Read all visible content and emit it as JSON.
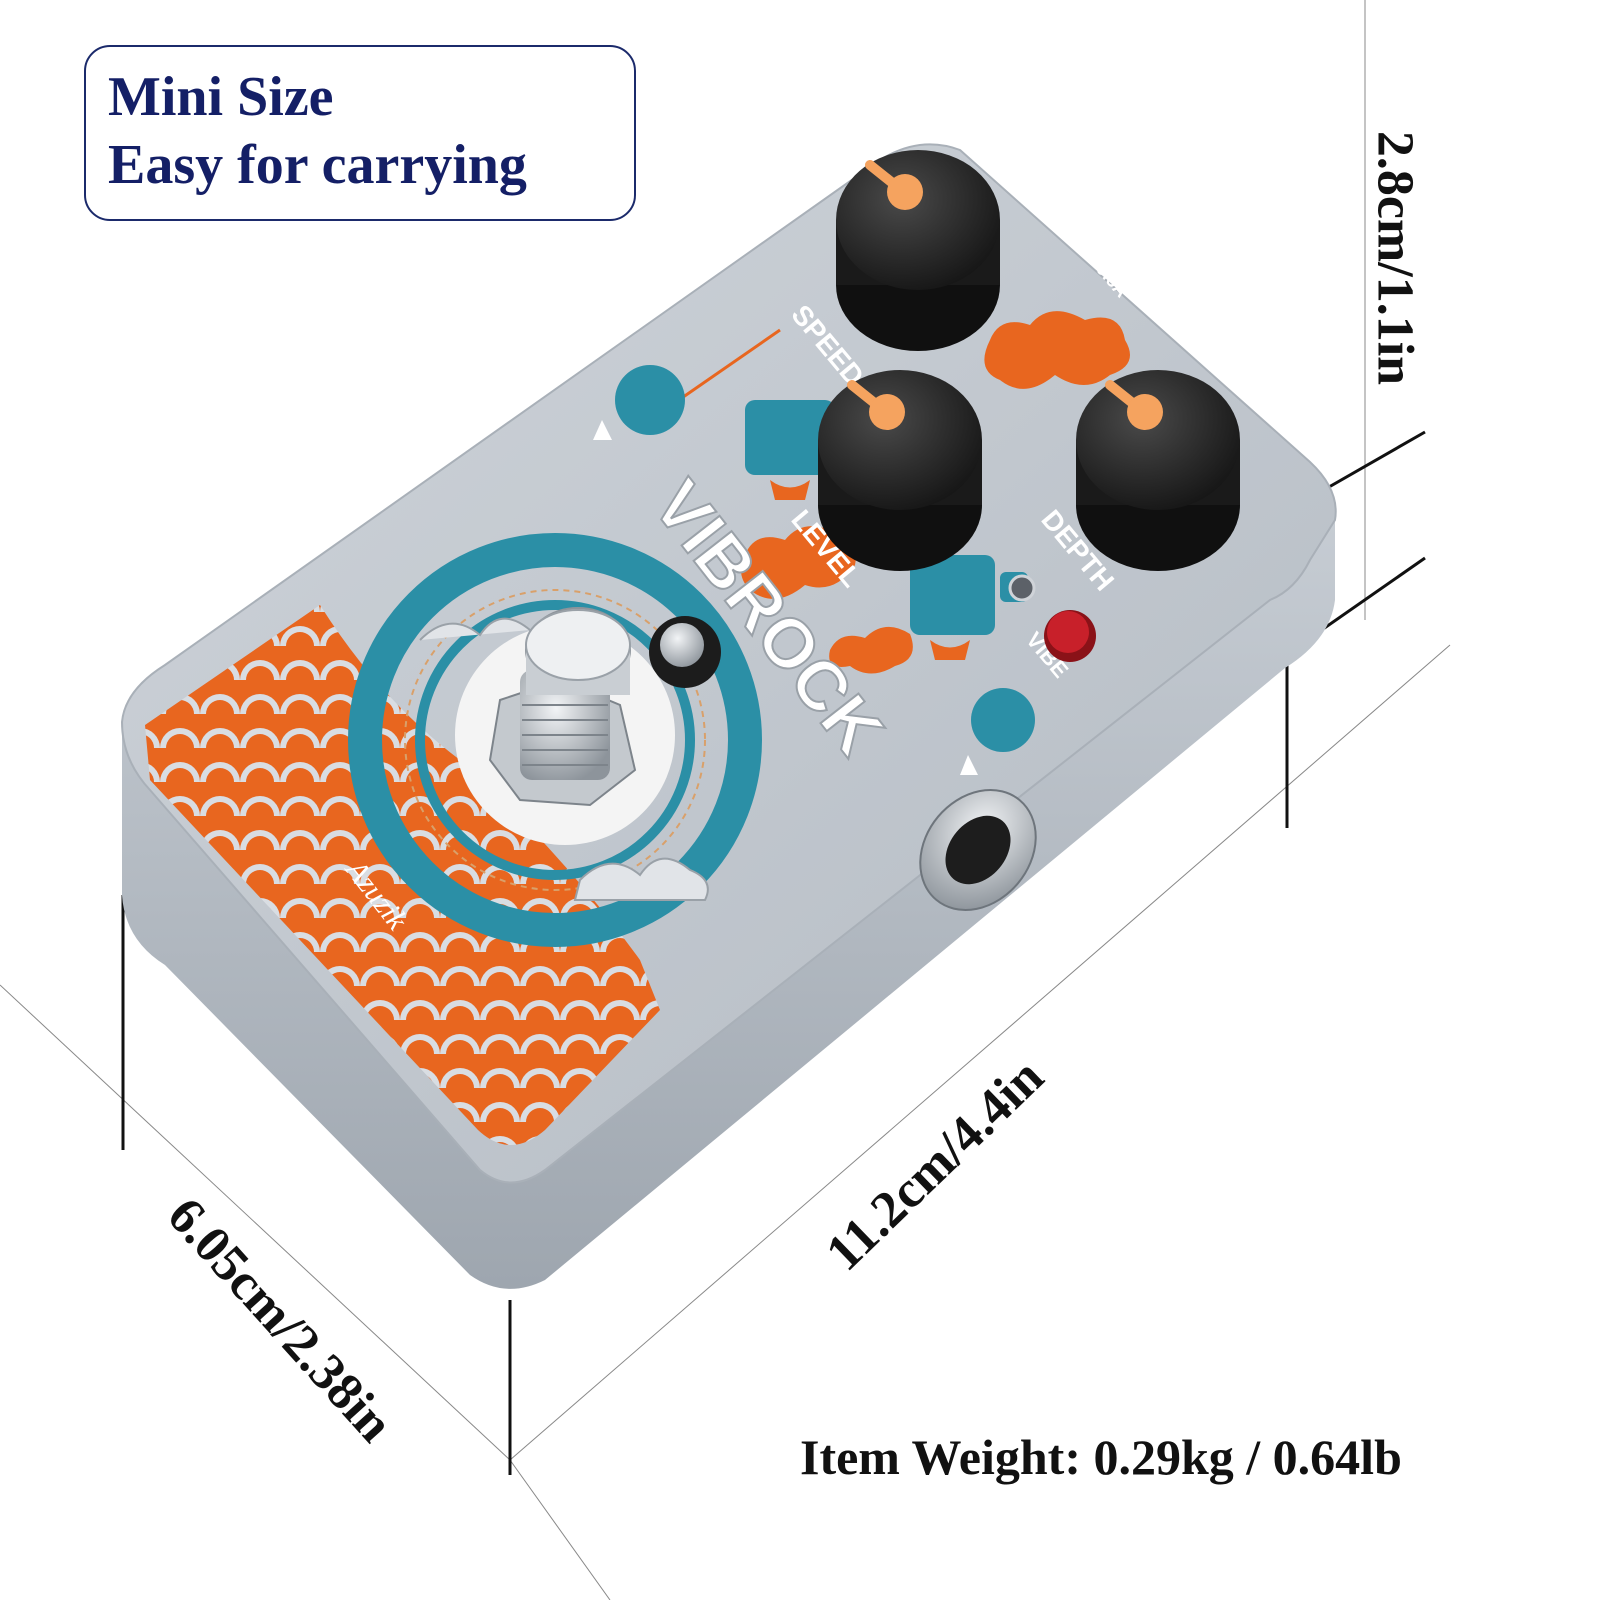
{
  "badge": {
    "line1": "Mini Size",
    "line2": "Easy for carrying"
  },
  "dimensions": {
    "height": "2.8cm/1.1in",
    "length": "11.2cm/4.4in",
    "width": "6.05cm/2.38in"
  },
  "weight": "Item Weight: 0.29kg / 0.64lb",
  "pedal": {
    "name": "VIBROCK",
    "brand": "Azuzik",
    "knob_labels": [
      "SPEED",
      "LEVEL",
      "DEPTH"
    ],
    "switch_label": "VIBE",
    "power_label": "DC 9V 0.5A",
    "colors": {
      "body": "#b9c0c8",
      "accent_orange": "#e8661f",
      "accent_teal": "#2b8fa6",
      "knob": "#1e1e1e",
      "led": "#c8202a"
    }
  }
}
